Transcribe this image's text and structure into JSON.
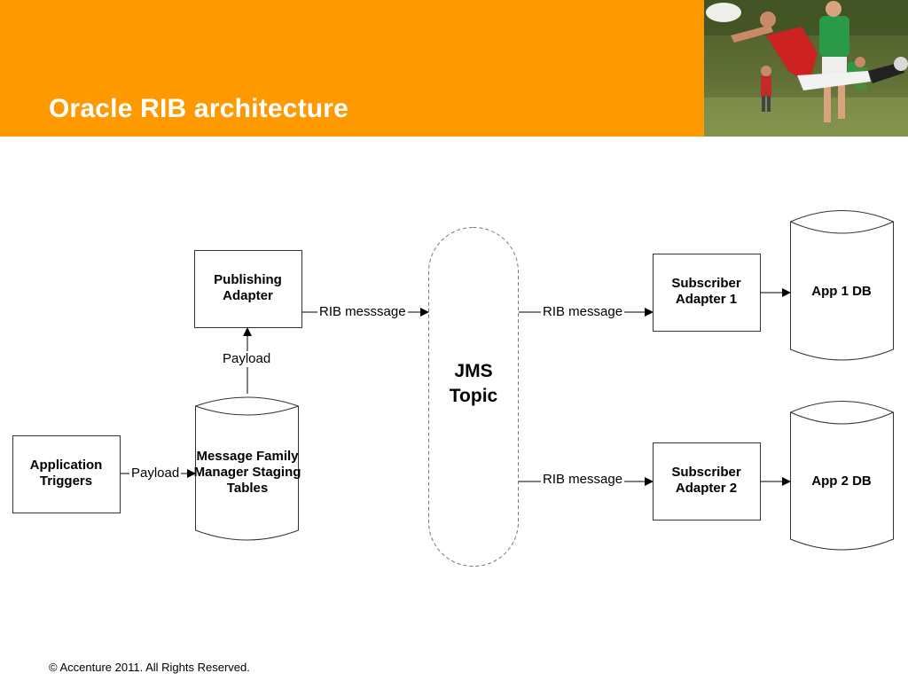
{
  "slide": {
    "title": "Oracle RIB architecture",
    "footer": "© Accenture 2011. All Rights Reserved.",
    "header_color": "#FF9900"
  },
  "diagram": {
    "nodes": {
      "publishing_adapter": "Publishing Adapter",
      "application_triggers": "Application Triggers",
      "staging_tables": "Message Family Manager Staging Tables",
      "jms_topic": "JMS Topic",
      "subscriber_1": "Subscriber Adapter 1",
      "subscriber_2": "Subscriber Adapter 2",
      "app1_db": "App 1 DB",
      "app2_db": "App 2 DB"
    },
    "edges": {
      "triggers_to_staging": "Payload",
      "staging_to_publisher": "Payload",
      "publisher_to_jms": "RIB messsage",
      "jms_to_sub1": "RIB message",
      "jms_to_sub2": "RIB message"
    }
  }
}
